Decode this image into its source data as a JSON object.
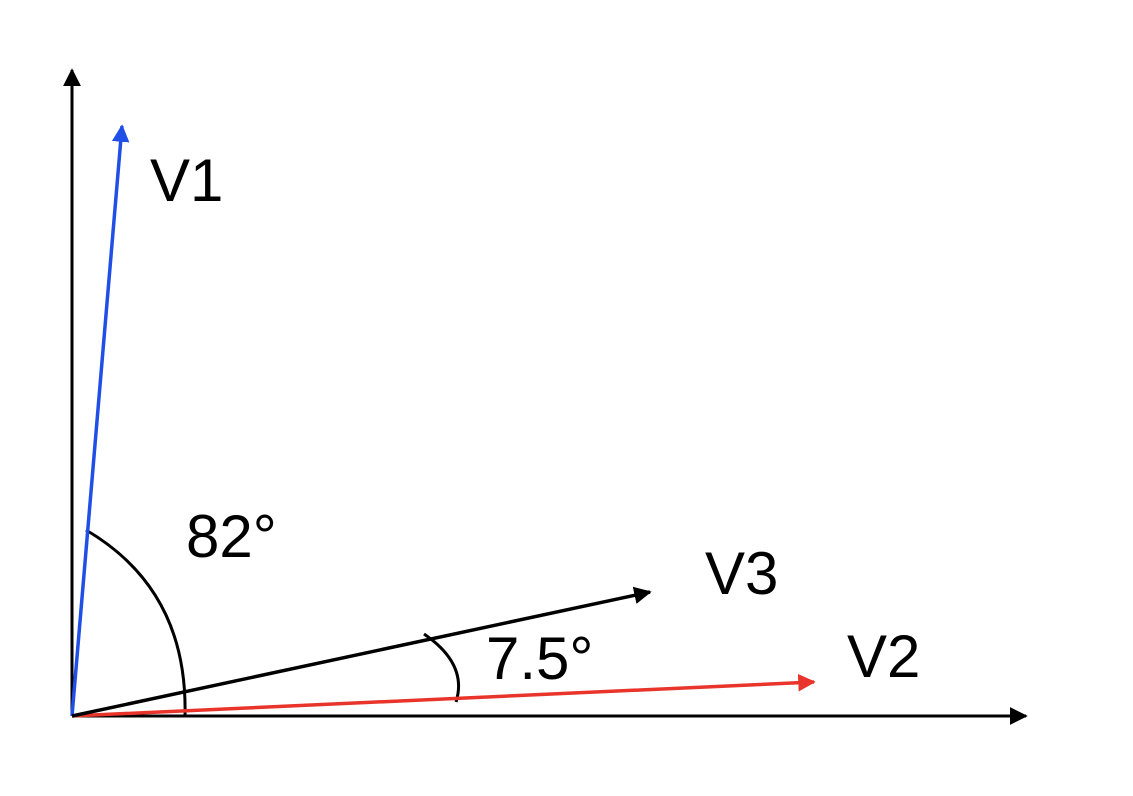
{
  "diagram": {
    "labels": {
      "v1": "V1",
      "v2": "V2",
      "v3": "V3",
      "angle_large": "82°",
      "angle_small": "7.5°"
    },
    "colors": {
      "v1": "#1f4fe6",
      "v2": "#e8342a",
      "v3": "#000000",
      "axes": "#000000",
      "arcs": "#000000"
    }
  }
}
